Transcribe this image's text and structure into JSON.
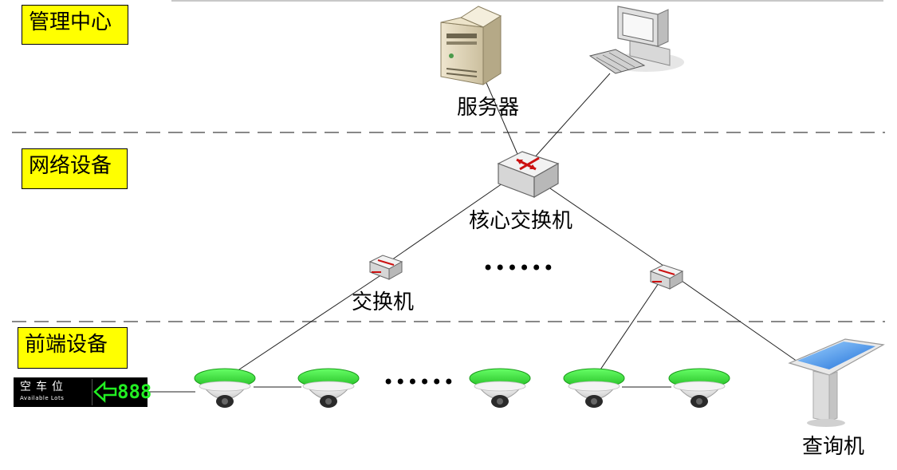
{
  "zones": {
    "management": "管理中心",
    "network": "网络设备",
    "frontend": "前端设备"
  },
  "nodes": {
    "server": "服务器",
    "core_switch": "核心交换机",
    "switch": "交换机",
    "kiosk": "查询机"
  },
  "ellipsis": "••••••",
  "sign": {
    "title": "空车位",
    "subtitle": "Available Lots",
    "digits": "888"
  },
  "colors": {
    "label_bg": "#ffff00",
    "camera_ring": "#33dd33",
    "digits": "#22ee22"
  }
}
